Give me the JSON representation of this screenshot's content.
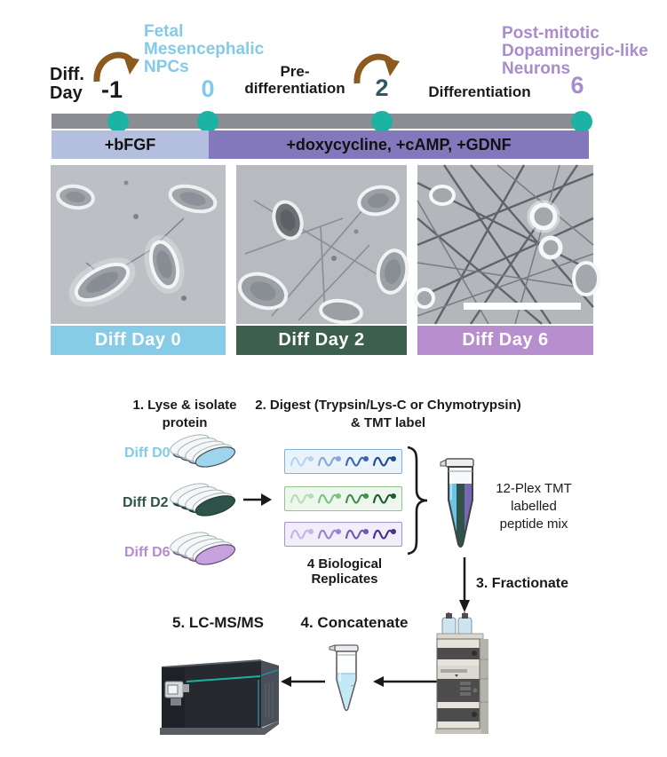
{
  "timeline": {
    "axis_label": "Diff. Day",
    "npc_annotation": "Fetal Mesencephalic NPCs",
    "npc_color": "#82cbe8",
    "postmitotic_annotation": "Post-mitotic Dopaminergic-like Neurons",
    "postmitotic_color": "#a98ccd",
    "pre_diff_label": "Pre-differentiation",
    "diff_label": "Differentiation",
    "days": [
      {
        "value": "-1",
        "color": "#1a1a1a"
      },
      {
        "value": "0",
        "color": "#82cbe8"
      },
      {
        "value": "2",
        "color": "#2d5a60"
      },
      {
        "value": "6",
        "color": "#a98ccd"
      }
    ],
    "bar_color": "#8a8e92",
    "dot_color": "#1db3a4",
    "loop_arrow_color": "#8d5a1e",
    "bands": [
      {
        "label": "+bFGF",
        "color": "#b4bfdf"
      },
      {
        "label": "+doxycycline, +cAMP, +GDNF",
        "color": "#8478bc"
      }
    ]
  },
  "micrographs": [
    {
      "label": "Diff Day 0",
      "band_color": "#87cce6"
    },
    {
      "label": "Diff Day 2",
      "band_color": "#3c5f4e"
    },
    {
      "label": "Diff Day 6",
      "band_color": "#b78fce"
    }
  ],
  "workflow": {
    "step1_line1": "1. Lyse & isolate",
    "step1_line2": "protein",
    "step2_line1": "2. Digest (Trypsin/Lys-C or Chymotrypsin)",
    "step2_line2": "& TMT label",
    "samples": [
      {
        "label": "Diff D0",
        "label_color": "#82cbe8",
        "dish_color": "#9fd4ef"
      },
      {
        "label": "Diff D2",
        "label_color": "#2e544b",
        "dish_color": "#2e5449"
      },
      {
        "label": "Diff D6",
        "label_color": "#b48cd0",
        "dish_color": "#c8a2de"
      }
    ],
    "replicate_boxes": [
      {
        "border": "#7fb2d8",
        "bg": "#eaf3fa",
        "colors": [
          "#b5d3ee",
          "#87a6dc",
          "#3b66b4",
          "#1b4b93"
        ]
      },
      {
        "border": "#90c492",
        "bg": "#eef7ee",
        "colors": [
          "#b7dcb8",
          "#7cc47e",
          "#3f9149",
          "#1e5b2e"
        ]
      },
      {
        "border": "#a791d2",
        "bg": "#f1edf9",
        "colors": [
          "#c5b6e2",
          "#9b84cd",
          "#7257b4",
          "#4b2e8e"
        ]
      }
    ],
    "replicates_caption": "4 Biological Replicates",
    "tmt_line1": "12-Plex TMT",
    "tmt_line2": "labelled",
    "tmt_line3": "peptide mix",
    "tube_stripes": [
      "#6ac4e4",
      "#2e5449",
      "#7a67b4"
    ],
    "step3": "3. Fractionate",
    "step4": "4. Concatenate",
    "step5": "5. LC-MS/MS"
  }
}
